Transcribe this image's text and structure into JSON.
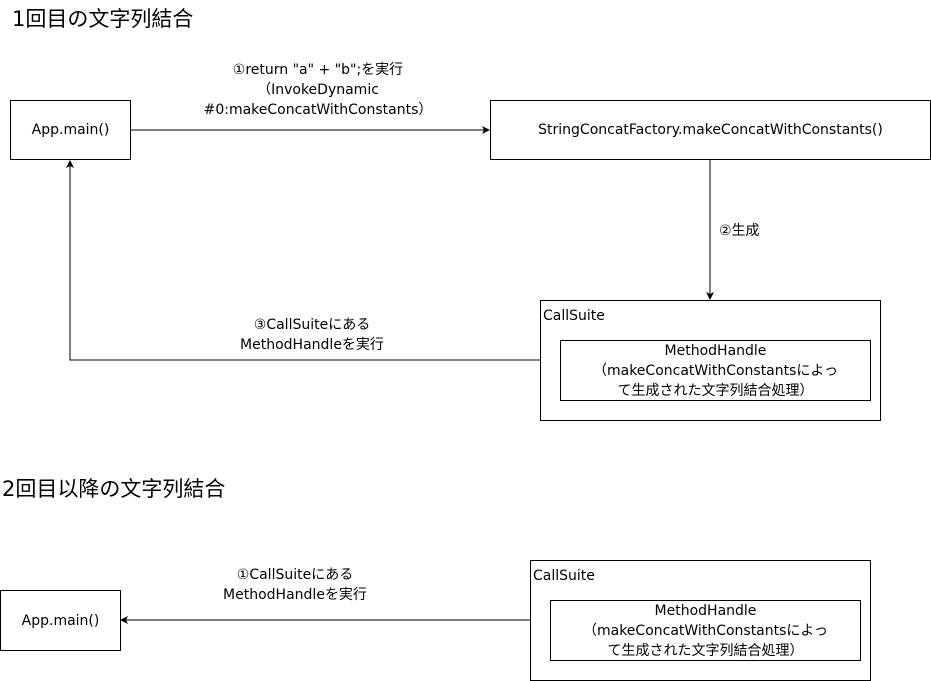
{
  "section1": {
    "title": "1回目の文字列結合",
    "app_main": "App.main()",
    "factory": "StringConcatFactory.makeConcatWithConstants()",
    "edge1": [
      "①return \"a\" + \"b\";を実行",
      "（InvokeDynamic",
      "#0:makeConcatWithConstants）"
    ],
    "edge2": "②生成",
    "edge3": [
      "③CallSuiteにある",
      "MethodHandleを実行"
    ],
    "callsuite": "CallSuite",
    "methodhandle": [
      "MethodHandle",
      "（makeConcatWithConstantsによっ",
      "て生成された文字列結合処理）"
    ]
  },
  "section2": {
    "title": "2回目以降の文字列結合",
    "app_main": "App.main()",
    "edge1": [
      "①CallSuiteにある",
      "MethodHandleを実行"
    ],
    "callsuite": "CallSuite",
    "methodhandle": [
      "MethodHandle",
      "（makeConcatWithConstantsによっ",
      "て生成された文字列結合処理）"
    ]
  }
}
